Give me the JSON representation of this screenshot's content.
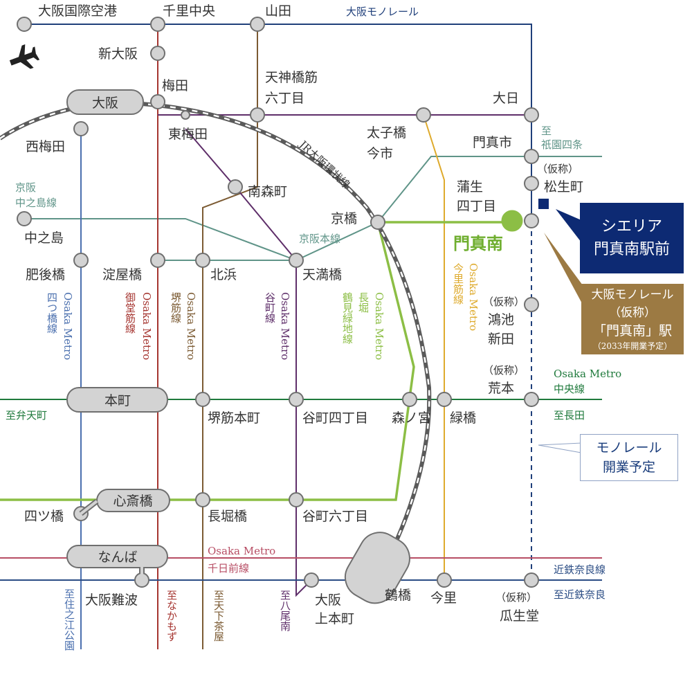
{
  "lines": {
    "monorail": "大阪モノレール",
    "jr_loop": "JR大阪環状線",
    "keihan_nakanoshima": [
      "京阪",
      "中之島線"
    ],
    "keihan_main": "京阪本線",
    "yotsubashi": [
      "Osaka Metro",
      "四つ橋線"
    ],
    "midosuji": [
      "Osaka Metro",
      "御堂筋線"
    ],
    "sakaisuji": [
      "Osaka Metro",
      "堺筋線"
    ],
    "tanimachi": [
      "Osaka Metro",
      "谷町線"
    ],
    "nagahori": [
      "Osaka Metro",
      "長堀",
      "鶴見緑地線"
    ],
    "imazatosuji": [
      "Osaka Metro",
      "今里筋線"
    ],
    "chuo": [
      "Osaka Metro",
      "中央線"
    ],
    "sennichimae": [
      "Osaka Metro",
      "千日前線"
    ],
    "kintetsu_nara": "近鉄奈良線"
  },
  "directions": {
    "gion_shijo": [
      "至",
      "祇園四条"
    ],
    "bentencho": "至弁天町",
    "nagata": "至長田",
    "kintetsu_nara": "至近鉄奈良",
    "suminoe_koen": "至住之江公園",
    "nakamozu": "至なかもず",
    "tengachaya": "至天下茶屋",
    "yao_minami": "至八尾南"
  },
  "stations": {
    "itami_airport": "大阪国際空港",
    "senri_chuo": "千里中央",
    "yamada": "山田",
    "shin_osaka": "新大阪",
    "tenjinbashi": [
      "天神橋筋",
      "六丁目"
    ],
    "umeda": "梅田",
    "osaka": "大阪",
    "dainichi": "大日",
    "nishi_umeda": "西梅田",
    "higashi_umeda": "東梅田",
    "taishibashi": [
      "太子橋",
      "今市"
    ],
    "kadoma_shi": "門真市",
    "matsuo_karisho": "（仮称）",
    "matsuocho": "松生町",
    "minami_morimachi": "南森町",
    "gamo": [
      "蒲生",
      "四丁目"
    ],
    "nakanoshima": "中之島",
    "kyobashi": "京橋",
    "kadoma_minami": "門真南",
    "higobashi": "肥後橋",
    "yodoyabashi": "淀屋橋",
    "kitahama": "北浜",
    "tenmabashi": "天満橋",
    "konoike_karisho": "（仮称）",
    "konoike": [
      "鴻池",
      "新田"
    ],
    "aramoto_karisho": "（仮称）",
    "aramoto": "荒本",
    "honmachi": "本町",
    "sakaisuji_honmachi": "堺筋本町",
    "tanimachi_4": "谷町四丁目",
    "morinomiya": "森ノ宮",
    "midoribashi": "緑橋",
    "shinsaibashi": "心斎橋",
    "yotsubashi": "四ツ橋",
    "nagahoribashi": "長堀橋",
    "tanimachi_6": "谷町六丁目",
    "namba": "なんば",
    "osaka_namba": "大阪難波",
    "uehommachi": [
      "大阪",
      "上本町"
    ],
    "tsuruhashi": "鶴橋",
    "imazato": "今里",
    "uryudo_karisho": "（仮称）",
    "uryudo": "瓜生堂"
  },
  "callouts": {
    "property": [
      "シエリア",
      "門真南駅前"
    ],
    "new_station": [
      "大阪モノレール",
      "（仮称）",
      "「門真南」駅",
      "（2033年開業予定）"
    ],
    "monorail_plan": [
      "モノレール",
      "開業予定"
    ]
  },
  "colors": {
    "monorail": "#1f3f7a",
    "keihan": "#5f9488",
    "midosuji": "#a5342f",
    "yotsubashi": "#4a6fae",
    "tanimachi": "#5e2e69",
    "sakaisuji": "#7b5a32",
    "nagahori": "#8cbe45",
    "imazatosuji": "#deaa2c",
    "chuo": "#1f7a3c",
    "sennichimae": "#b74d64",
    "kintetsu": "#2a4c84",
    "jr_loop": "#5a5a5a",
    "property": "#0d2a73",
    "new_station_callout": "#9c7a43"
  }
}
